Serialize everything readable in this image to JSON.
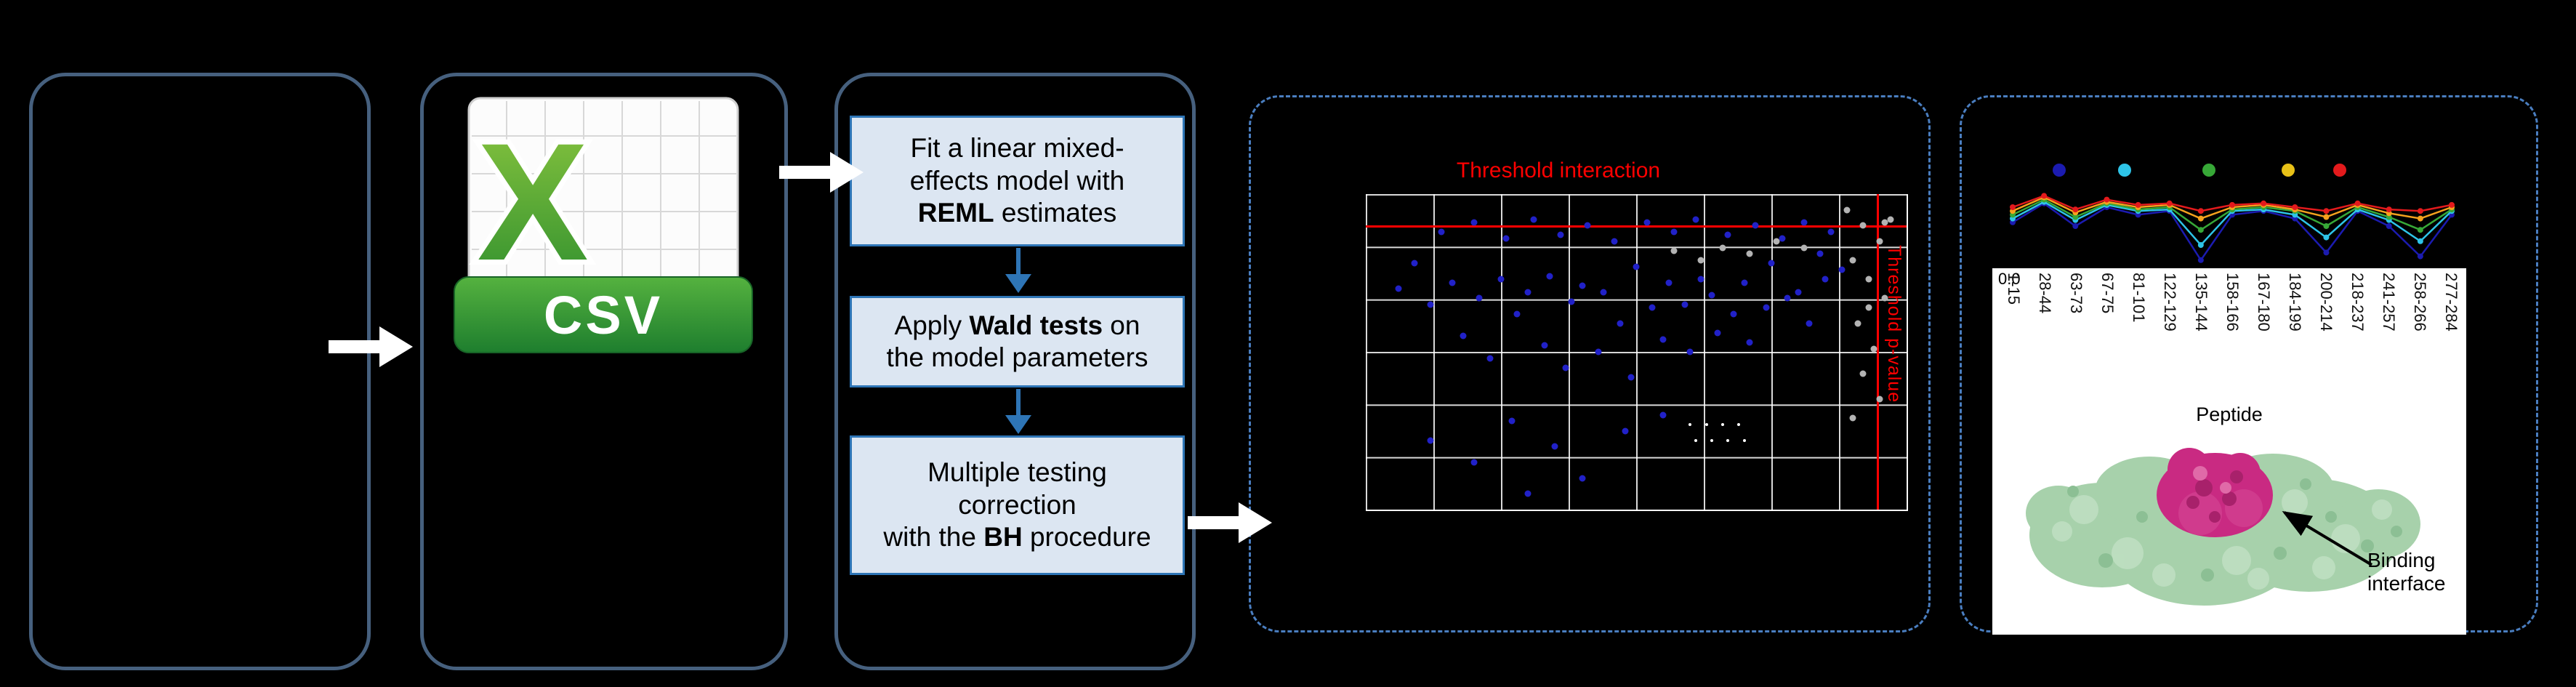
{
  "colors": {
    "background": "#000000",
    "panel_border": "#46607e",
    "dashed_border": "#4a7ec0",
    "flow_box_fill": "#dce6f2",
    "flow_box_border": "#2e75b6",
    "threshold_red": "#ff0000",
    "scatter_blue": "#2121c8",
    "scatter_gray": "#b3b3b3",
    "csv_green": "#2e8f2e",
    "protein_green": "#a7d1ab",
    "protein_magenta": "#c92a82"
  },
  "pipeline": {
    "csv_icon": {
      "letter": "X",
      "label": "CSV"
    },
    "boxes": [
      {
        "lines": [
          [
            {
              "t": "Fit a linear mixed-"
            }
          ],
          [
            {
              "t": "effects model with"
            }
          ],
          [
            {
              "t": "REML",
              "b": true
            },
            {
              "t": " estimates"
            }
          ]
        ]
      },
      {
        "lines": [
          [
            {
              "t": "Apply "
            },
            {
              "t": "Wald tests",
              "b": true
            },
            {
              "t": " on"
            }
          ],
          [
            {
              "t": "the model parameters"
            }
          ]
        ]
      },
      {
        "lines": [
          [
            {
              "t": "Multiple testing"
            }
          ],
          [
            {
              "t": "correction"
            }
          ],
          [
            {
              "t": "with the "
            },
            {
              "t": "BH",
              "b": true
            },
            {
              "t": " procedure"
            }
          ]
        ]
      }
    ]
  },
  "scatter": {
    "type": "scatter",
    "title": "Threshold interaction",
    "right_label": "Threshold p-value",
    "threshold_line_y_pct": 10,
    "threshold_line_x_pct": 94.5,
    "grid": {
      "cols": 8,
      "rows": 6
    },
    "points": {
      "blue": [
        [
          6,
          30
        ],
        [
          9,
          22
        ],
        [
          12,
          35
        ],
        [
          14,
          12
        ],
        [
          16,
          28
        ],
        [
          18,
          45
        ],
        [
          20,
          9
        ],
        [
          21,
          33
        ],
        [
          23,
          52
        ],
        [
          25,
          27
        ],
        [
          26,
          14
        ],
        [
          28,
          38
        ],
        [
          30,
          31
        ],
        [
          31,
          8
        ],
        [
          33,
          48
        ],
        [
          34,
          26
        ],
        [
          36,
          13
        ],
        [
          37,
          55
        ],
        [
          38,
          34
        ],
        [
          40,
          29
        ],
        [
          41,
          10
        ],
        [
          43,
          50
        ],
        [
          44,
          31
        ],
        [
          46,
          15
        ],
        [
          47,
          41
        ],
        [
          49,
          58
        ],
        [
          50,
          23
        ],
        [
          52,
          9
        ],
        [
          53,
          36
        ],
        [
          55,
          46
        ],
        [
          56,
          28
        ],
        [
          57,
          12
        ],
        [
          59,
          35
        ],
        [
          60,
          50
        ],
        [
          61,
          8
        ],
        [
          62,
          27
        ],
        [
          64,
          32
        ],
        [
          65,
          44
        ],
        [
          67,
          13
        ],
        [
          68,
          38
        ],
        [
          70,
          28
        ],
        [
          71,
          47
        ],
        [
          72,
          10
        ],
        [
          74,
          36
        ],
        [
          75,
          22
        ],
        [
          77,
          14
        ],
        [
          78,
          33
        ],
        [
          80,
          31
        ],
        [
          81,
          9
        ],
        [
          82,
          41
        ],
        [
          84,
          19
        ],
        [
          85,
          27
        ],
        [
          86,
          12
        ],
        [
          88,
          24
        ],
        [
          20,
          85
        ],
        [
          27,
          72
        ],
        [
          35,
          80
        ],
        [
          48,
          75
        ],
        [
          40,
          90
        ],
        [
          12,
          78
        ],
        [
          55,
          70
        ],
        [
          30,
          95
        ]
      ],
      "gray": [
        [
          89,
          5
        ],
        [
          92,
          10
        ],
        [
          95,
          15
        ],
        [
          90,
          21
        ],
        [
          93,
          27
        ],
        [
          96,
          33
        ],
        [
          91,
          41
        ],
        [
          94,
          49
        ],
        [
          92,
          57
        ],
        [
          95,
          65
        ],
        [
          90,
          71
        ],
        [
          93,
          36
        ],
        [
          57,
          18
        ],
        [
          62,
          21
        ],
        [
          66,
          17
        ],
        [
          71,
          19
        ],
        [
          76,
          15
        ],
        [
          81,
          17
        ],
        [
          97,
          8
        ],
        [
          96,
          9
        ]
      ],
      "white": [
        [
          60,
          73
        ],
        [
          63,
          73
        ],
        [
          66,
          73
        ],
        [
          69,
          73
        ],
        [
          61,
          78
        ],
        [
          64,
          78
        ],
        [
          67,
          78
        ],
        [
          70,
          78
        ]
      ]
    }
  },
  "uptake_chart": {
    "type": "line",
    "y_tick": "0.0",
    "x_axis_label": "Peptide",
    "x_labels": [
      "1-15",
      "28-44",
      "63-73",
      "67-75",
      "81-101",
      "122-129",
      "135-144",
      "158-166",
      "167-180",
      "184-199",
      "200-214",
      "218-237",
      "241-257",
      "258-266",
      "277-284"
    ],
    "legend_dot_colors": [
      "#1b1bb0",
      "#2ec4e8",
      "#37a837",
      "#e8c117",
      "#e31a1c"
    ],
    "legend_dot_x_pct": [
      13,
      27,
      45,
      62,
      73
    ],
    "series": [
      {
        "name": "navy",
        "color": "#1b1bb0",
        "values": [
          0.45,
          0.2,
          0.5,
          0.25,
          0.35,
          0.3,
          0.95,
          0.35,
          0.3,
          0.4,
          0.85,
          0.3,
          0.5,
          0.9,
          0.35
        ]
      },
      {
        "name": "cyan",
        "color": "#2ec4e8",
        "values": [
          0.4,
          0.18,
          0.42,
          0.22,
          0.3,
          0.28,
          0.75,
          0.3,
          0.28,
          0.35,
          0.65,
          0.28,
          0.42,
          0.7,
          0.3
        ]
      },
      {
        "name": "green",
        "color": "#37a837",
        "values": [
          0.35,
          0.15,
          0.38,
          0.2,
          0.28,
          0.25,
          0.55,
          0.28,
          0.25,
          0.3,
          0.5,
          0.25,
          0.38,
          0.55,
          0.28
        ]
      },
      {
        "name": "orange",
        "color": "#f5a11d",
        "values": [
          0.3,
          0.12,
          0.32,
          0.18,
          0.25,
          0.22,
          0.4,
          0.25,
          0.22,
          0.28,
          0.38,
          0.22,
          0.33,
          0.4,
          0.25
        ]
      },
      {
        "name": "red",
        "color": "#e31a1c",
        "values": [
          0.25,
          0.1,
          0.28,
          0.15,
          0.22,
          0.2,
          0.3,
          0.22,
          0.2,
          0.25,
          0.3,
          0.2,
          0.28,
          0.3,
          0.22
        ]
      }
    ]
  },
  "protein": {
    "annotation": "Binding interface"
  }
}
